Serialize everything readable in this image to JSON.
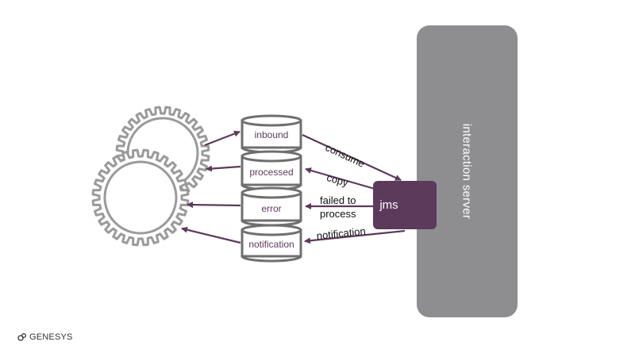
{
  "server": {
    "label": "interaction server"
  },
  "jms": {
    "label": "jms"
  },
  "queues": [
    {
      "id": "inbound",
      "label": "inbound"
    },
    {
      "id": "processed",
      "label": "processed"
    },
    {
      "id": "error",
      "label": "error"
    },
    {
      "id": "notification",
      "label": "notification"
    }
  ],
  "edges": {
    "consume": "consume",
    "copy": "copy",
    "failed_line1": "failed to",
    "failed_line2": "process",
    "notification": "notification"
  },
  "logo": {
    "text": "GENESYS",
    "icon": "genesys-logo-icon"
  },
  "colors": {
    "accent": "#5c3a5c",
    "server": "#8e8e91",
    "gear": "#9a9a9a",
    "queue_outline": "#6f6f6f"
  }
}
